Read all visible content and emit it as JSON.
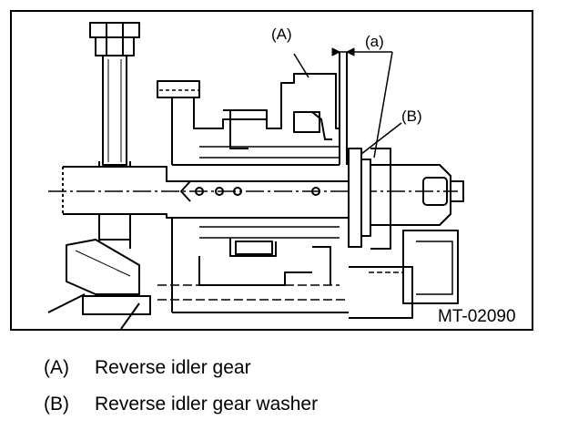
{
  "figure": {
    "code": "MT-02090",
    "callouts": [
      {
        "key": "A",
        "text": "(A)"
      },
      {
        "key": "a",
        "text": "(a)"
      },
      {
        "key": "B",
        "text": "(B)"
      }
    ]
  },
  "legend": [
    {
      "key": "(A)",
      "text": "Reverse idler gear"
    },
    {
      "key": "(B)",
      "text": "Reverse idler gear washer"
    }
  ]
}
